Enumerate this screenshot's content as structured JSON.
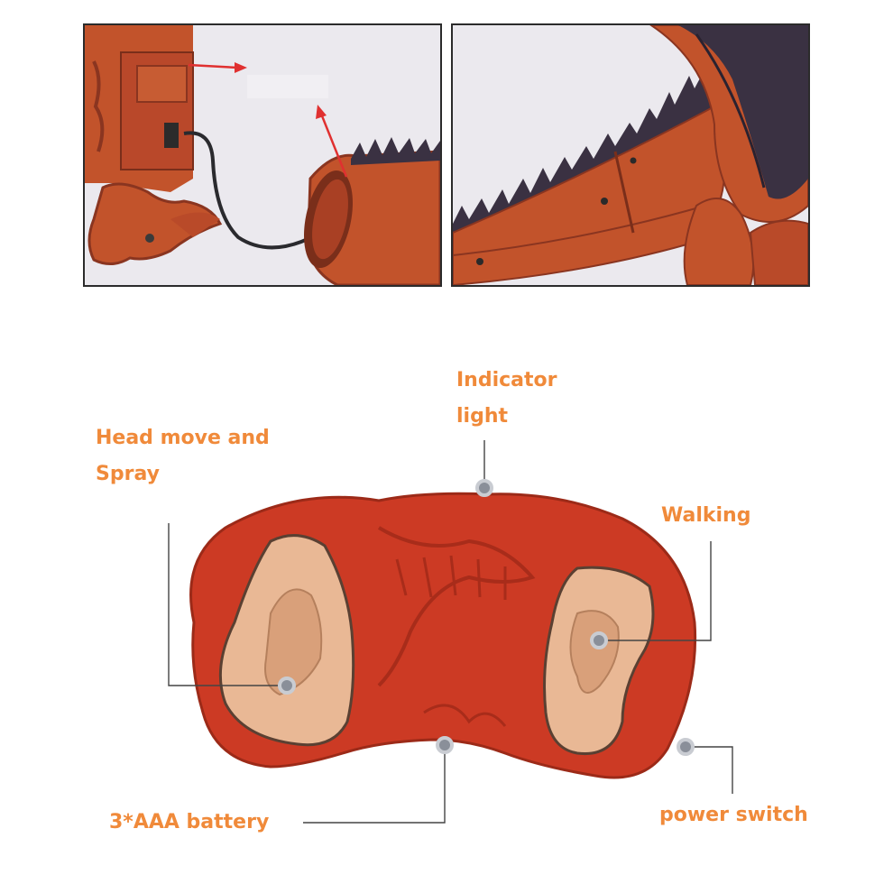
{
  "callouts": {
    "indicator_light": [
      "Indicator",
      "light"
    ],
    "head_move": [
      "Head move and",
      "Spray"
    ],
    "walking": "Walking",
    "battery": "3*AAA battery",
    "power_switch": "power switch"
  },
  "colors": {
    "label": "#f08a3a",
    "controller_body": "#cc3a24",
    "button_pad": "#e9b895",
    "dino_skin": "#c2532b",
    "dino_dark": "#3a3142",
    "leader_line": "#444444",
    "marker": "#8a8f99"
  }
}
